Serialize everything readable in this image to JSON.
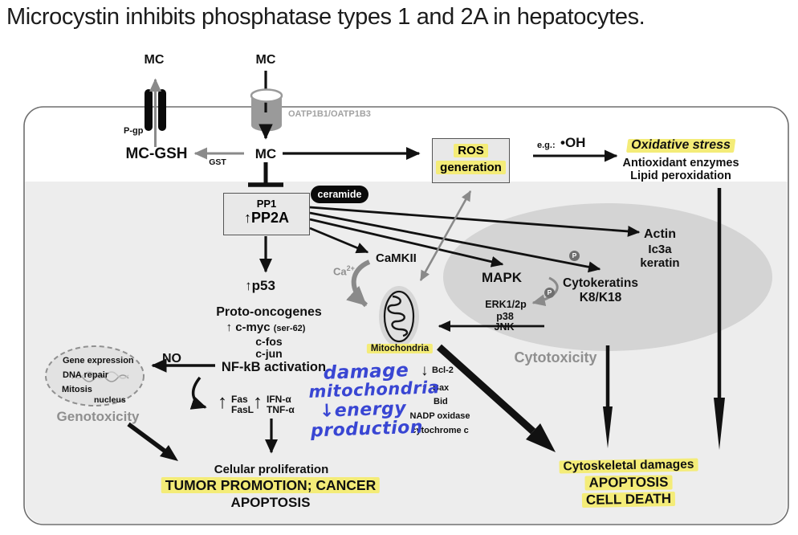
{
  "title": "Microcystin inhibits phosphatase types 1 and 2A in hepatocytes.",
  "membrane": {
    "mc_efflux": "MC",
    "pgp": "P-gp",
    "mc_influx": "MC",
    "oatp": "OATP1B1/OATP1B3"
  },
  "entry": {
    "mc_gsh": "MC-GSH",
    "gst": "GST",
    "mc_inner": "MC"
  },
  "ros": {
    "line1": "ROS",
    "line2": "generation",
    "eg": "e.g.:",
    "oh": "•OH"
  },
  "oxidative": {
    "line1": "Oxidative stress",
    "line2": "Antioxidant enzymes",
    "line3": "Lipid peroxidation"
  },
  "phosphatase": {
    "pp1": "PP1",
    "pp2a": "↑PP2A",
    "ceramide": "ceramide"
  },
  "signaling": {
    "camkii": "CaMKII",
    "ca": "Ca",
    "ca_sup": "2+",
    "mapk": "MAPK",
    "erk": "ERK1/2p",
    "p38": "p38",
    "jnk": "JNK",
    "p_badge": "P"
  },
  "cytokeratins": {
    "line1": "Cytokeratins",
    "line2": "K8/K18"
  },
  "cytoskeleton": {
    "actin": "Actin",
    "ic3a": "Ic3a",
    "keratin": "keratin"
  },
  "cytotoxicity": "Cytotoxicity",
  "oncogenes": {
    "p53": "↑p53",
    "heading": "Proto-oncogenes",
    "cmyc_arrow": "↑",
    "cmyc": "c-myc",
    "ser": "(ser-62)",
    "cfos": "c-fos",
    "cjun": "c-jun",
    "nfkb": "NF-kB activation",
    "no": "NO"
  },
  "nucleus": {
    "gene": "Gene expression",
    "dna": "DNA repair",
    "mitosis": "Mitosis",
    "nucleus": "nucleus",
    "genotoxicity": "Genotoxicity"
  },
  "death_receptors": {
    "fas": "Fas",
    "fasl": "FasL",
    "ifn": "IFN-α",
    "tnf": "TNF-α"
  },
  "handwriting": {
    "l1": "damage",
    "l2": "mitochondria",
    "l3": "↓energy",
    "l4": "production"
  },
  "mitochondria": {
    "label": "Mitochondria",
    "bcl2": "Bcl-2",
    "bax": "Bax",
    "bid": "Bid",
    "nadp": "NADP oxidase",
    "cytc": "cytochrome c"
  },
  "outcomes_left": {
    "l1": "Celular proliferation",
    "l2": "TUMOR PROMOTION; CANCER",
    "l3": "APOPTOSIS"
  },
  "outcomes_right": {
    "l1": "Cytoskeletal damages",
    "l2": "APOPTOSIS",
    "l3": "CELL DEATH"
  },
  "glyphs": {
    "up": "↑",
    "down": "↓"
  },
  "colors": {
    "highlight": "#f4ec78",
    "handwriting_blue": "#3946d3",
    "gray_text": "#8f8f8f",
    "cytoplasm": "#ededed",
    "cytotoxicity_ellipse": "#d4d4d4",
    "nucleus_fill": "#e2e2e2"
  }
}
